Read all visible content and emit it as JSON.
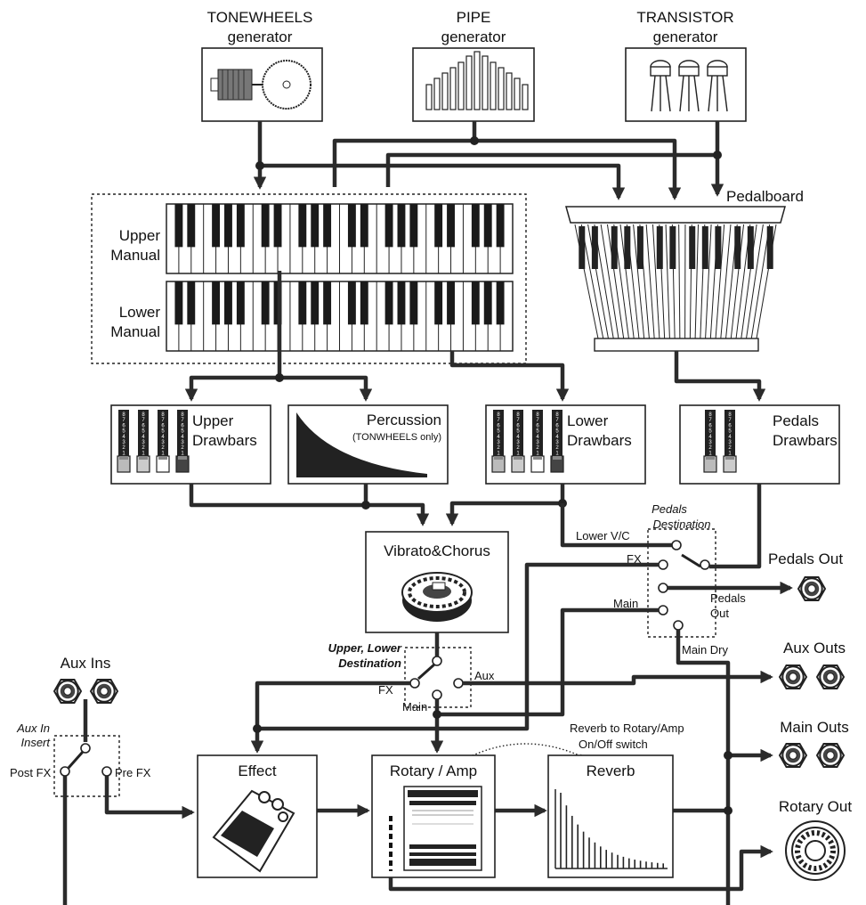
{
  "generators": {
    "tonewheels": {
      "line1": "TONEWHEELS",
      "line2": "generator"
    },
    "pipe": {
      "line1": "PIPE",
      "line2": "generator"
    },
    "transistor": {
      "line1": "TRANSISTOR",
      "line2": "generator"
    }
  },
  "manuals": {
    "upper1": "Upper",
    "upper2": "Manual",
    "lower1": "Lower",
    "lower2": "Manual"
  },
  "pedalboard": "Pedalboard",
  "drawbars": {
    "upper1": "Upper",
    "upper2": "Drawbars",
    "lower1": "Lower",
    "lower2": "Drawbars",
    "pedals1": "Pedals",
    "pedals2": "Drawbars",
    "scale": [
      "8",
      "7",
      "6",
      "5",
      "4",
      "3",
      "2",
      "1"
    ]
  },
  "percussion": {
    "title": "Percussion",
    "note": "(TONWHEELS only)"
  },
  "vibrato": "Vibrato&Chorus",
  "pedals_destination": {
    "line1": "Pedals",
    "line2": "Destination",
    "lower_vc": "Lower V/C",
    "fx": "FX",
    "main": "Main",
    "pedals_out1": "Pedals",
    "pedals_out2": "Out",
    "main_dry": "Main Dry"
  },
  "ul_destination": {
    "line1": "Upper, Lower",
    "line2": "Destination",
    "fx": "FX",
    "main": "Main",
    "aux": "Aux"
  },
  "aux_in": {
    "title": "Aux Ins",
    "insert1": "Aux In",
    "insert2": "Insert",
    "post_fx": "Post FX",
    "pre_fx": "Pre FX"
  },
  "reverb_note": {
    "line1": "Reverb to Rotary/Amp",
    "line2": "On/Off switch"
  },
  "blocks": {
    "effect": "Effect",
    "rotary": "Rotary / Amp",
    "reverb": "Reverb"
  },
  "outputs": {
    "pedals": "Pedals Out",
    "aux": "Aux Outs",
    "main": "Main Outs",
    "rotary": "Rotary Out"
  }
}
